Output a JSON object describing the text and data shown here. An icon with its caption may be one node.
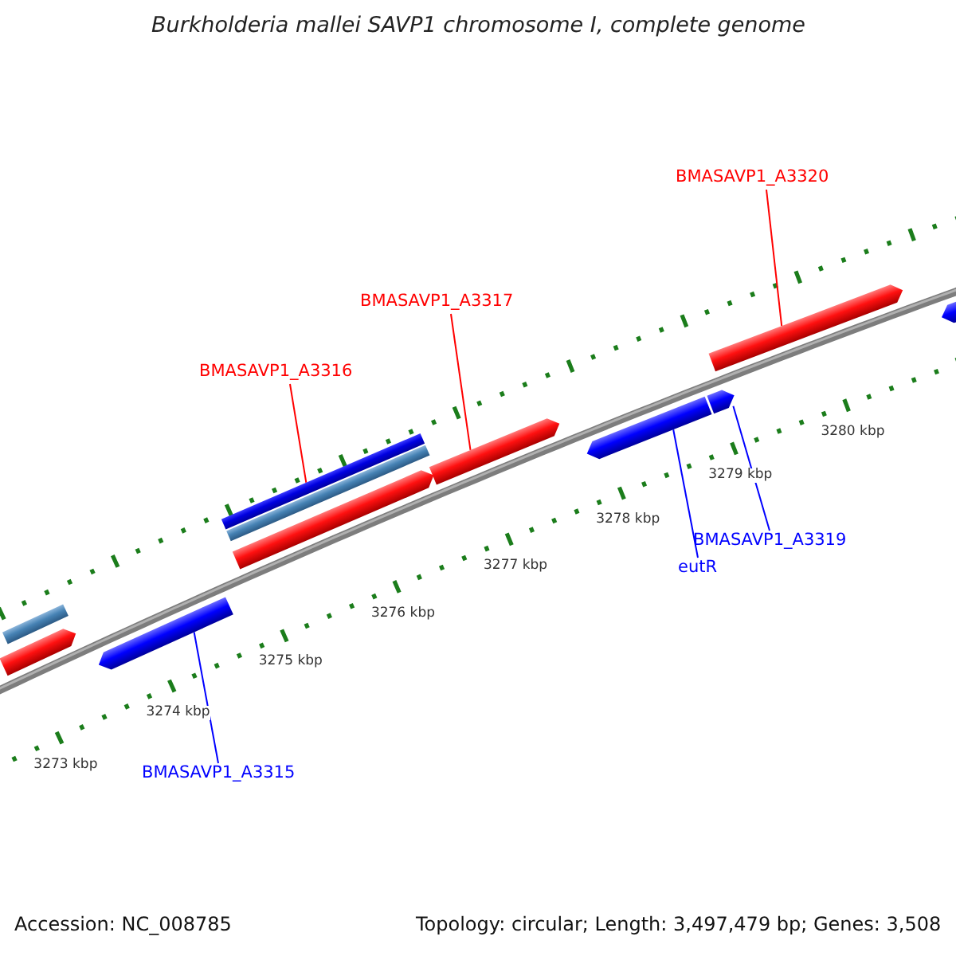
{
  "diagram": {
    "title": "Burkholderia mallei SAVP1 chromosome I, complete genome",
    "nodes": [
      {
        "text": [
          "BMASAVP1_A3320"
        ]
      },
      {
        "text": [
          "BMASAVP1_A3317"
        ]
      },
      {
        "text": [
          "BMASAVP1_A3316"
        ]
      },
      {
        "text": [
          "BMASAVP1_A3319"
        ]
      },
      {
        "text": [
          "eutR"
        ]
      },
      {
        "text": [
          "BMASAVP1_A3315"
        ]
      },
      {
        "text": [],
        "shape": "bar"
      },
      {
        "text": [],
        "shape": "bar"
      },
      {
        "text": [],
        "shape": "bar"
      },
      {
        "text": [],
        "shape": "bar"
      },
      {
        "text": [],
        "shape": "bar"
      },
      {
        "text": [],
        "shape": "bar"
      },
      {
        "text": [],
        "shape": "bar"
      },
      {
        "text": [],
        "shape": "bar"
      },
      {
        "text": [],
        "shape": "bar"
      },
      {
        "text": [],
        "shape": "bar"
      },
      {
        "text": [],
        "shape": "bar"
      }
    ],
    "edges": [
      {
        "from": 0,
        "to": 15,
        "arrow": "none",
        "color": "#ff0000"
      },
      {
        "from": 1,
        "to": 12,
        "arrow": "none",
        "color": "#ff0000"
      },
      {
        "from": 2,
        "to": 9,
        "arrow": "none",
        "color": "#ff0000"
      },
      {
        "from": 3,
        "to": 14,
        "arrow": "none",
        "color": "#0000ff"
      },
      {
        "from": 4,
        "to": 13,
        "arrow": "none",
        "color": "#0000ff"
      },
      {
        "from": 5,
        "to": 8,
        "arrow": "none",
        "color": "#0000ff"
      }
    ],
    "labels": [
      "3280 kbp",
      "3279 kbp",
      "3278 kbp",
      "3277 kbp",
      "3276 kbp",
      "3275 kbp",
      "3274 kbp",
      "3273 kbp",
      "Accession: NC_008785",
      "Topology: circular; Length: 3,497,479 bp; Genes: 3,508"
    ]
  }
}
